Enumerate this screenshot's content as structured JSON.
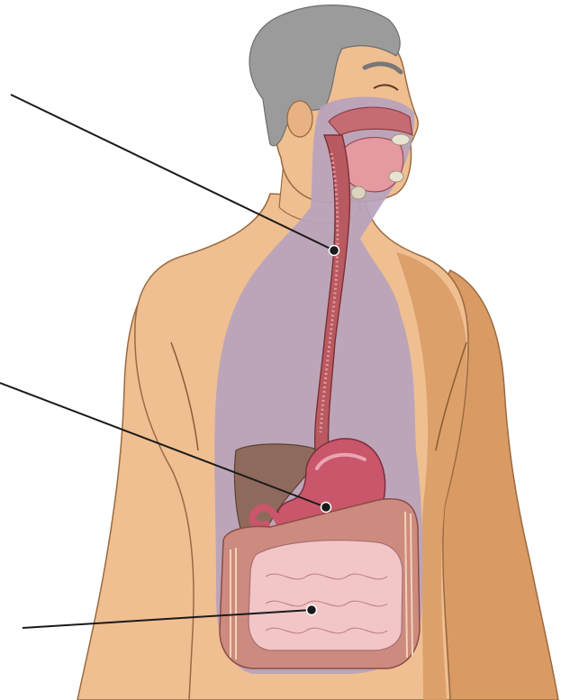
{
  "figure": {
    "subject": "digestive-system-anatomy",
    "labels": [
      {
        "id": "esophagus",
        "text": ""
      },
      {
        "id": "stomach",
        "text": ""
      },
      {
        "id": "intestines",
        "text": ""
      }
    ]
  },
  "colors": {
    "skin": "#efbf91",
    "skin_shadow": "#d99a64",
    "hair": "#9b9b9b",
    "organ_cavity": "#b7a3bd",
    "tract": "#b85a5f",
    "tract_light": "#e79aa1",
    "stomach": "#c9566b",
    "liver": "#8e6a5c",
    "small_intestine": "#f2c5c7",
    "large_intestine": "#cd8a7f",
    "leader_line": "#1a1a1a"
  }
}
